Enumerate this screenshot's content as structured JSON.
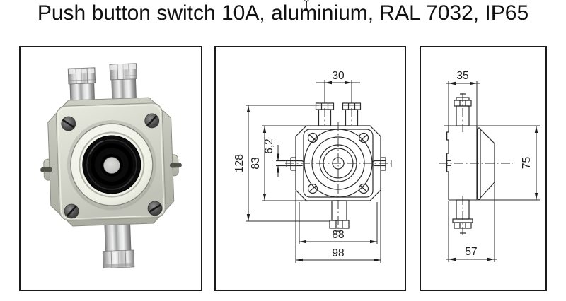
{
  "title": "Push button switch 10A, aluminium, RAL 7032, IP65",
  "colors": {
    "panel_border": "#1b1b1b",
    "drawing_line": "#2b2b2b",
    "cover_grey": "#d6d8cd",
    "metal_silver": "#c9c9c9",
    "button_black": "#0d0d0d",
    "background": "#ffffff"
  },
  "front_view": {
    "dim_gland_spacing": "30",
    "dim_slot_width": "6,2",
    "dim_overall_height": "128",
    "dim_body_height": "83",
    "dim_flange_width": "88",
    "dim_overall_width": "98"
  },
  "side_view": {
    "dim_body_depth": "35",
    "dim_flange_height": "75",
    "dim_overall_depth": "57"
  }
}
